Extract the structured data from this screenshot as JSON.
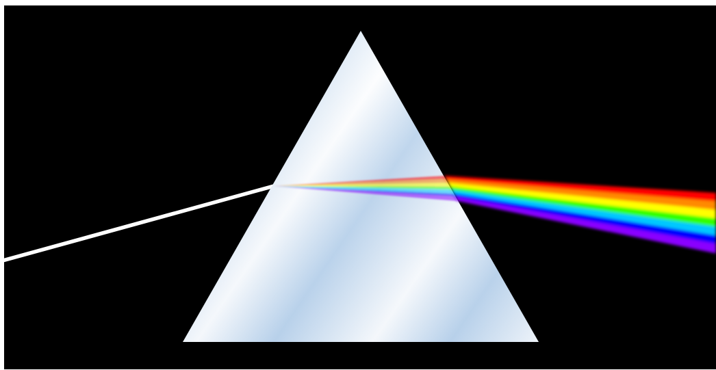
{
  "scene": {
    "subject": "prism-light-dispersion",
    "colors": {
      "page_border": "#ffffff",
      "background": "#000000",
      "incident_beam": "#ffffff",
      "prism_light": "#ffffff",
      "prism_tint": "#bcd4ec"
    },
    "spectrum": [
      {
        "band": "red",
        "color": "#ff0000"
      },
      {
        "band": "orange",
        "color": "#ff8a00"
      },
      {
        "band": "yellow",
        "color": "#ffff00"
      },
      {
        "band": "green",
        "color": "#33ff00"
      },
      {
        "band": "cyan",
        "color": "#00c8ff"
      },
      {
        "band": "blue",
        "color": "#0000ff"
      },
      {
        "band": "violet",
        "color": "#8a00ff"
      }
    ]
  }
}
